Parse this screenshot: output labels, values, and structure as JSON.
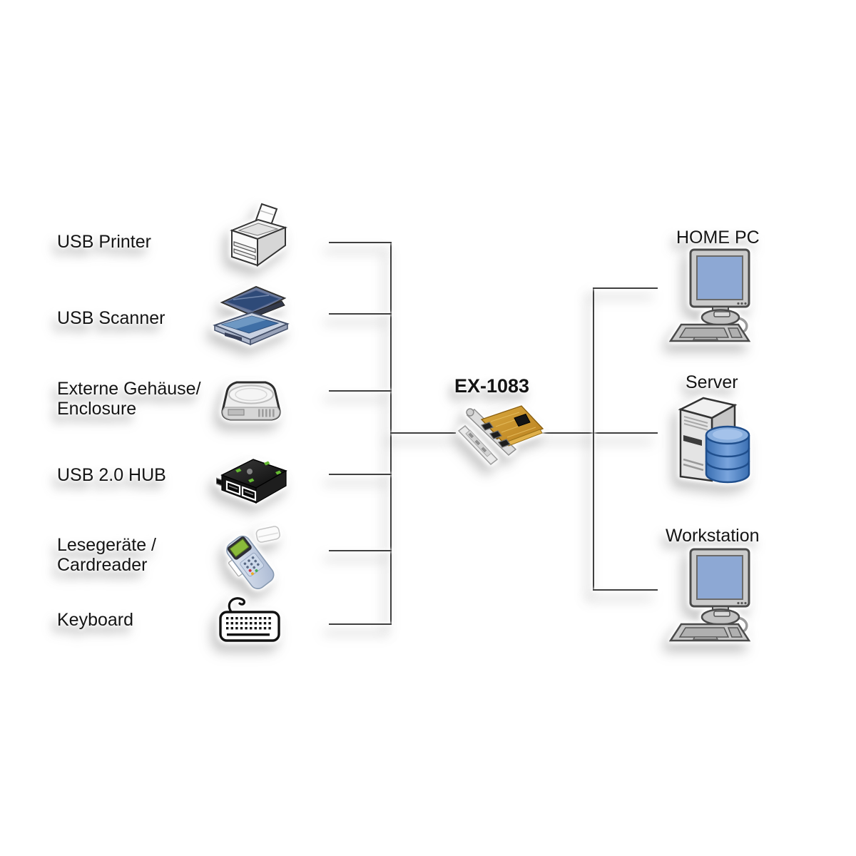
{
  "diagram_type": "usb-pci-card-connection-diagram",
  "center": {
    "label": "EX-1083",
    "icon": "usb-pci-card-icon"
  },
  "devices": [
    {
      "label": "USB Printer",
      "icon": "printer-icon"
    },
    {
      "label": "USB Scanner",
      "icon": "scanner-icon"
    },
    {
      "label": "Externe Gehäuse/",
      "label2": "Enclosure",
      "icon": "hard-drive-icon"
    },
    {
      "label": "USB 2.0 HUB",
      "icon": "usb-hub-icon"
    },
    {
      "label": "Lesegeräte /",
      "label2": "Cardreader",
      "icon": "card-reader-icon"
    },
    {
      "label": "Keyboard",
      "icon": "keyboard-icon"
    }
  ],
  "hosts": [
    {
      "label": "HOME PC",
      "icon": "desktop-pc-icon"
    },
    {
      "label": "Server",
      "icon": "server-database-icon"
    },
    {
      "label": "Workstation",
      "icon": "desktop-pc-icon"
    }
  ],
  "colors": {
    "background": "#ffffff",
    "line": "#3f3f3f",
    "text": "#141414",
    "screen_blue": "#8da8d4",
    "database_blue": "#4d7fc0",
    "hub_green": "#66bb33",
    "pcb_gold": "#c9952d"
  }
}
